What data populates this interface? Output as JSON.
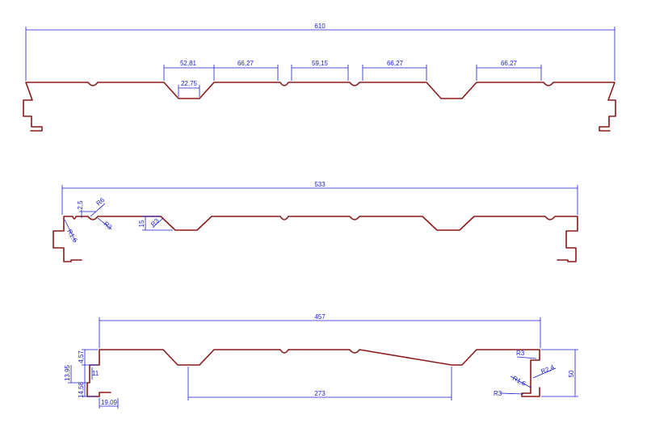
{
  "colors": {
    "background": "#ffffff",
    "profile": "#8b1a1a",
    "dimension": "#1a1acc"
  },
  "profiles": [
    {
      "id": "panel-610",
      "overall_width": "610",
      "segment_dims": [
        "52,81",
        "22,75",
        "66,27",
        "59,15",
        "66,27",
        "66,27"
      ]
    },
    {
      "id": "panel-533",
      "overall_width": "533",
      "annotations": [
        "2,5",
        "R6",
        "R3",
        "R1,6",
        "15",
        "R3"
      ]
    },
    {
      "id": "panel-457",
      "overall_width": "457",
      "inner_span": "273",
      "left_dims": [
        "4,57",
        "13,95",
        "11",
        "14,58",
        "19,09"
      ],
      "right_dims": [
        "R3",
        "R2,4",
        "R1,6",
        "R3",
        "50"
      ]
    }
  ]
}
